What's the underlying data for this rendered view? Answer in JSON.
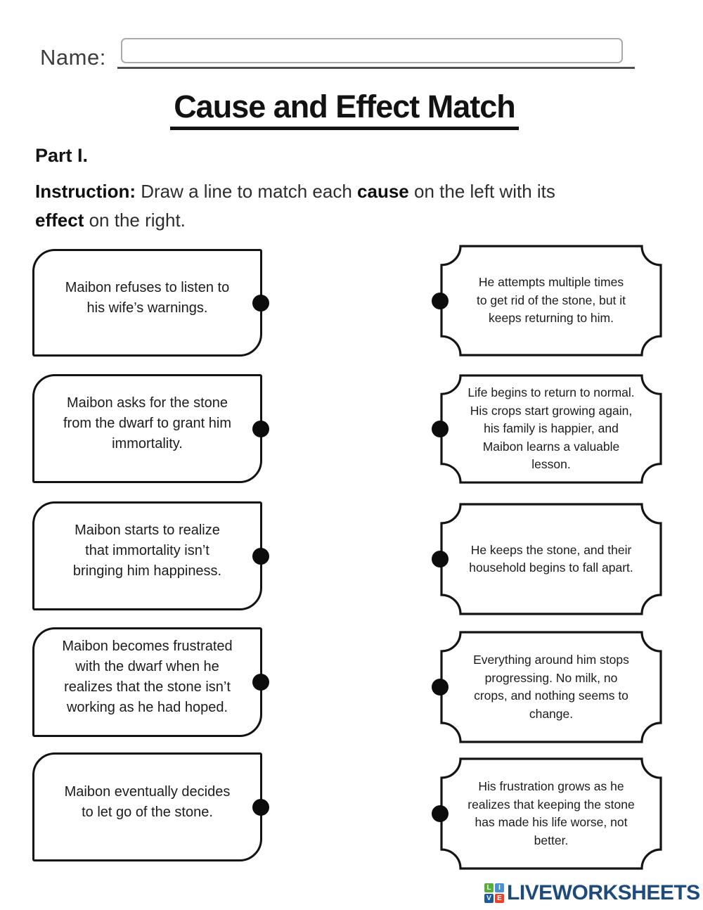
{
  "header": {
    "name_label": "Name:",
    "name_value": "",
    "title": "Cause and Effect Match",
    "part_label": "Part I.",
    "instruction": {
      "label": "Instruction:",
      "line1_a": " Draw a line to match each ",
      "line1_b": "cause",
      "line1_c": " on the left with its",
      "line2_a": "effect",
      "line2_b": " on the right."
    }
  },
  "causes": [
    {
      "text": "Maibon refuses to listen to\nhis wife’s warnings."
    },
    {
      "text": "Maibon asks for the stone\nfrom the dwarf to grant him\nimmortality."
    },
    {
      "text": "Maibon starts to realize\nthat immortality isn’t\nbringing him happiness."
    },
    {
      "text": "Maibon becomes frustrated\nwith the dwarf when he\nrealizes that the stone isn’t\nworking as he had hoped."
    },
    {
      "text": "Maibon eventually decides\nto let go of the stone."
    }
  ],
  "effects": [
    {
      "text": "He attempts multiple times\nto get rid of the stone, but it\nkeeps returning to him."
    },
    {
      "text": "Life begins to return to normal.\nHis crops start growing again,\nhis family is happier, and\nMaibon learns a valuable\nlesson."
    },
    {
      "text": "He keeps the stone, and their\nhousehold begins to fall apart."
    },
    {
      "text": "Everything around him stops\nprogressing. No milk, no\ncrops, and nothing seems to\nchange."
    },
    {
      "text": "His frustration grows as he\nrealizes that keeping the stone\nhas made his life worse, not\nbetter."
    }
  ],
  "footer": {
    "brand": "LIVEWORKSHEETS",
    "brand_color": "#1c4b7c",
    "icon": {
      "letters": [
        "L",
        "I",
        "V",
        "E"
      ],
      "cell_styles": [
        "background:#53ae3b",
        "background:#4a90d6",
        "background:#1c5a9b",
        "background:#e8402d"
      ]
    }
  }
}
